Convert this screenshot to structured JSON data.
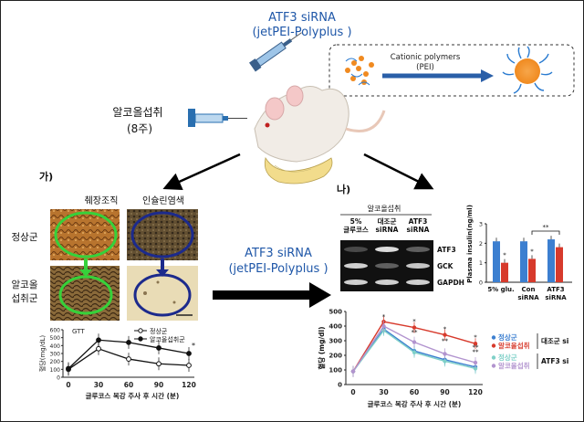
{
  "top": {
    "sirna_line1": "ATF3 siRNA",
    "sirna_line2": "(jetPEI-Polyplus  )",
    "cationic_line1": "Cationic polymers",
    "cationic_line2": "(PEI)",
    "alcohol_label": "알코올섭취",
    "duration_label": "(8주)"
  },
  "panel_ga": {
    "marker": "가)",
    "col_headers": [
      "췌장조직",
      "인슐린염색"
    ],
    "row_labels": [
      [
        "정상군"
      ],
      [
        "알코올",
        "섭취군"
      ]
    ],
    "gtt": {
      "title": "GTT",
      "y_label": "혈당(mg/dL)",
      "x_label": "글루코스 복강 주사 후 시간 (분)",
      "legend": [
        "정상군",
        "알코올섭취군"
      ],
      "x_ticks": [
        "0",
        "30",
        "60",
        "90",
        "120"
      ],
      "y_ticks": [
        "0",
        "100",
        "200",
        "300",
        "400",
        "500",
        "600"
      ],
      "star": "*"
    }
  },
  "middle_arrow": {
    "line1": "ATF3 siRNA",
    "line2": "(jetPEI-Polyplus  )"
  },
  "panel_na": {
    "marker": "나)",
    "blot": {
      "group_header": "알코올섭취",
      "col_headers": [
        [
          "5%",
          "글루코스"
        ],
        [
          "대조군",
          "siRNA"
        ],
        [
          "ATF3",
          "siRNA"
        ]
      ],
      "row_labels": [
        "ATF3",
        "GCK",
        "GAPDH"
      ]
    },
    "insulin": {
      "y_label": "Plasma insulin(ng/ml)",
      "y_ticks": [
        "0",
        "1",
        "2",
        "3"
      ],
      "categories": [
        [
          "5% glu."
        ],
        [
          "Con",
          "siRNA"
        ],
        [
          "ATF3",
          "siRNA"
        ]
      ],
      "sig": "**",
      "star": "*"
    },
    "glucose": {
      "y_label": "혈당 (mg/dl)",
      "x_label": "글루코스 복강 주사 후 시간 (분)",
      "x_ticks": [
        "0",
        "30",
        "60",
        "90",
        "120"
      ],
      "y_ticks": [
        "0",
        "100",
        "200",
        "300",
        "400",
        "500"
      ],
      "legend_groups": [
        {
          "items": [
            "정상군",
            "알코올섭취"
          ],
          "suffix": "대조군 si"
        },
        {
          "items": [
            "정상군",
            "알코올섭취"
          ],
          "suffix": "ATF3 si"
        }
      ],
      "stars": [
        "*",
        "*",
        "*",
        "*",
        "**",
        "**",
        "**",
        "**"
      ]
    }
  },
  "colors": {
    "blue_text": "#1f57a8",
    "green_circle": "#36d13a",
    "navy_circle": "#1c2a8c",
    "red_series": "#d73a2c",
    "blue_series": "#3c7fd0",
    "teal_series": "#7fd0c8",
    "purple_series": "#b294cf"
  },
  "chart_data": [
    {
      "type": "line",
      "title": "GTT",
      "xlabel": "글루코스 복강 주사 후 시간 (분)",
      "ylabel": "혈당(mg/dL)",
      "x": [
        0,
        30,
        60,
        90,
        120
      ],
      "ylim": [
        0,
        600
      ],
      "series": [
        {
          "name": "정상군",
          "values": [
            100,
            360,
            230,
            170,
            150
          ]
        },
        {
          "name": "알코올섭취군",
          "values": [
            110,
            470,
            440,
            370,
            300
          ]
        }
      ]
    },
    {
      "type": "bar",
      "ylabel": "Plasma insulin(ng/ml)",
      "categories": [
        "5% glu.",
        "Con siRNA",
        "ATF3 siRNA"
      ],
      "ylim": [
        0,
        3
      ],
      "series": [
        {
          "values": [
            2.1,
            2.1,
            2.2
          ]
        },
        {
          "values": [
            1.0,
            1.2,
            1.8
          ]
        }
      ]
    },
    {
      "type": "line",
      "xlabel": "글루코스 복강 주사 후 시간 (분)",
      "ylabel": "혈당 (mg/dl)",
      "x": [
        0,
        30,
        60,
        90,
        120
      ],
      "ylim": [
        0,
        500
      ],
      "series": [
        {
          "name": "정상군",
          "values": [
            90,
            380,
            230,
            170,
            120
          ]
        },
        {
          "name": "알코올섭취",
          "values": [
            90,
            430,
            390,
            340,
            280
          ]
        },
        {
          "name": "정상군",
          "values": [
            90,
            370,
            220,
            160,
            110
          ]
        },
        {
          "name": "알코올섭취",
          "values": [
            90,
            400,
            290,
            210,
            150
          ]
        }
      ]
    }
  ]
}
